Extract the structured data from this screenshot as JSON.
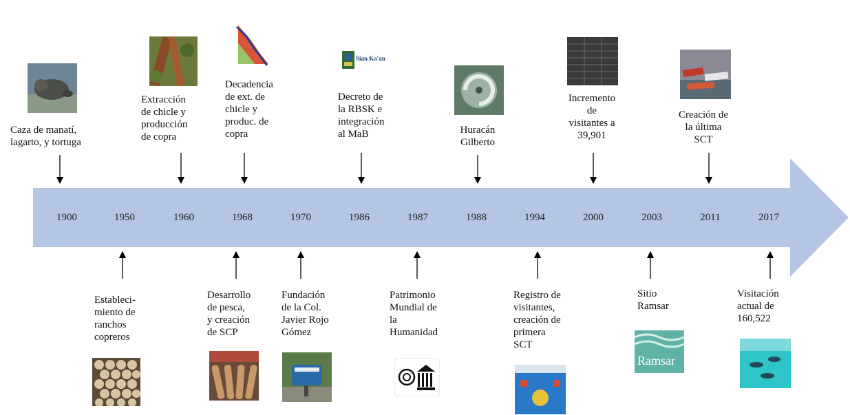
{
  "years": [
    "1900",
    "1950",
    "1960",
    "1968",
    "1970",
    "1986",
    "1987",
    "1988",
    "1994",
    "2000",
    "2003",
    "2011",
    "2017"
  ],
  "events_top": [
    {
      "text": "Caza de manatí,\nlagarto, y tortuga",
      "image": "manatee-photo"
    },
    {
      "text": "Extracción\nde chicle y\nproducción\nde copra",
      "image": "chicle-tree-photo"
    },
    {
      "text": "Decadencia\nde ext. de\nchicle y\nproduc. de\ncopra",
      "image": "decline-chart-icon"
    },
    {
      "text": "Decreto de\nla RBSK e\nintegración\nal MaB",
      "image": "sian-kaan-logo",
      "logo_text": "Sian Ka'an"
    },
    {
      "text": "Huracán\nGilberto",
      "image": "hurricane-photo"
    },
    {
      "text": "Incremento\nde\nvisitantes a\n39,901",
      "image": "visitor-table-photo"
    },
    {
      "text": "Creación de\nla última\nSCT",
      "image": "boats-photo"
    }
  ],
  "events_bottom": [
    {
      "text": "Estableci-\nmiento de\nranchos\ncopreros",
      "image": "coconuts-photo"
    },
    {
      "text": "Desarrollo\nde pesca,\ny creación\nde SCP",
      "image": "fishing-photo"
    },
    {
      "text": "Fundación\nde la Col.\nJavier Rojo\nGómez",
      "image": "sign-photo"
    },
    {
      "text": "Patrimonio\nMundial de\nla\nHumanidad",
      "image": "unesco-logo"
    },
    {
      "text": "Registro de\nvisitantes,\ncreación de\nprimera\nSCT",
      "image": "blue-building-photo"
    },
    {
      "text": "Sitio\nRamsar",
      "image": "ramsar-logo",
      "logo_text": "Ramsar"
    },
    {
      "text": "Visitación\nactual de\n160,522",
      "image": "snorkeling-photo"
    }
  ],
  "colors": {
    "arrow": "#b4c6e4",
    "text": "#111111",
    "connector": "#000000"
  }
}
